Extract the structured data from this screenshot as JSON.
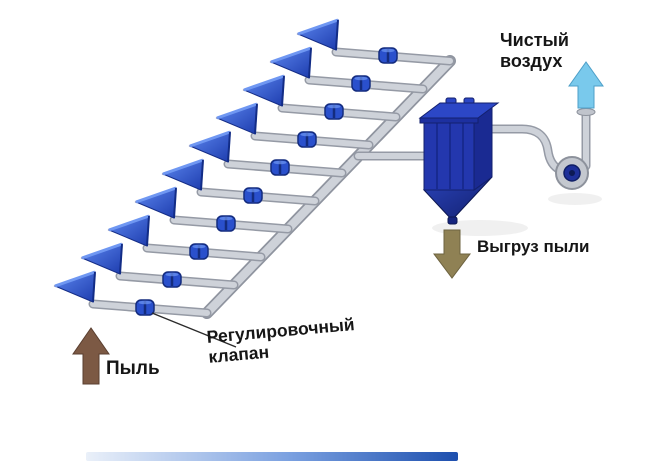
{
  "labels": {
    "clean_air": "Чистый воздух",
    "dust_discharge": "Выгруз пыли",
    "dust_inlet": "Пыль",
    "regulating_valve": "Регулировочный клапан"
  },
  "components": {
    "suction_hood_count": 10,
    "regulating_valve_count": 10,
    "colors": {
      "hood_blue": "#2f55cc",
      "valve_blue": "#2a50cc",
      "duct_gray": "#ced2d9",
      "filter_blue": "#2337ae",
      "clean_air_arrow": "#79c9ec",
      "dust_discharge_arrow": "#8f8154",
      "dust_inlet_arrow": "#7c5944"
    }
  }
}
